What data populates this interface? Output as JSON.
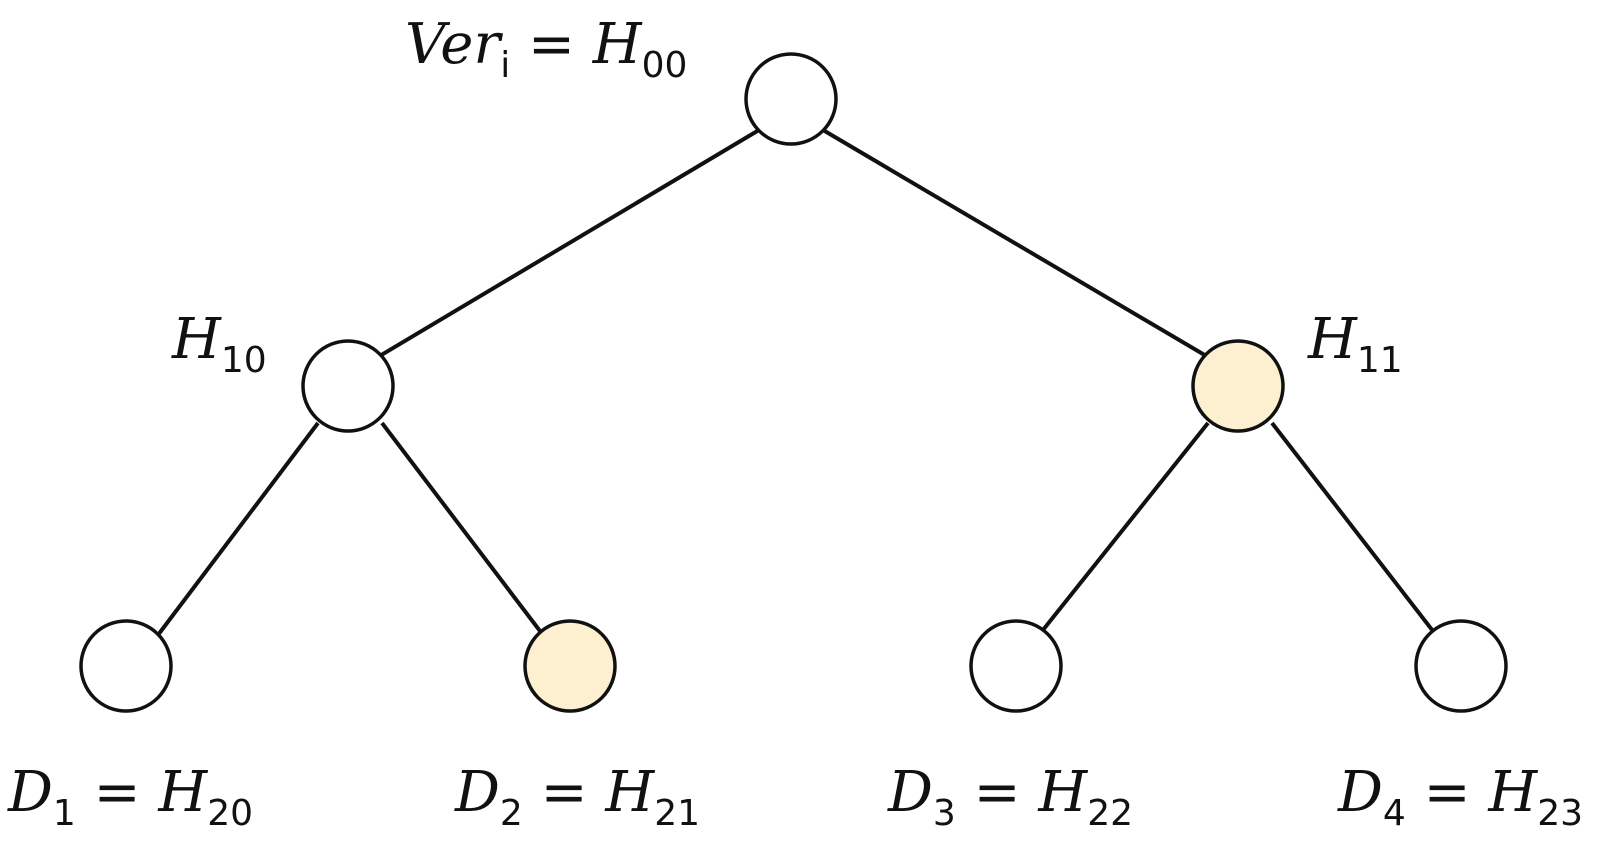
{
  "colors": {
    "line": "#111111",
    "node_default": "#ffffff",
    "node_highlight": "#fdf0d0"
  },
  "nodes": [
    {
      "id": "H00",
      "highlighted": false,
      "label": {
        "prefix": "Ver",
        "prefix_sub": "i",
        "eq": " = ",
        "main": "H",
        "sub": "00"
      }
    },
    {
      "id": "H10",
      "highlighted": false,
      "label": {
        "main": "H",
        "sub": "10"
      }
    },
    {
      "id": "H11",
      "highlighted": true,
      "label": {
        "main": "H",
        "sub": "11"
      }
    },
    {
      "id": "H20",
      "highlighted": false,
      "label": {
        "prefix": "D",
        "prefix_sub": "1",
        "eq": " = ",
        "main": "H",
        "sub": "20"
      }
    },
    {
      "id": "H21",
      "highlighted": true,
      "label": {
        "prefix": "D",
        "prefix_sub": "2",
        "eq": " = ",
        "main": "H",
        "sub": "21"
      }
    },
    {
      "id": "H22",
      "highlighted": false,
      "label": {
        "prefix": "D",
        "prefix_sub": "3",
        "eq": " = ",
        "main": "H",
        "sub": "22"
      }
    },
    {
      "id": "H23",
      "highlighted": false,
      "label": {
        "prefix": "D",
        "prefix_sub": "4",
        "eq": " = ",
        "main": "H",
        "sub": "23"
      }
    }
  ],
  "edges": [
    {
      "from": "H00",
      "to": "H10"
    },
    {
      "from": "H00",
      "to": "H11"
    },
    {
      "from": "H10",
      "to": "H20"
    },
    {
      "from": "H10",
      "to": "H21"
    },
    {
      "from": "H11",
      "to": "H22"
    },
    {
      "from": "H11",
      "to": "H23"
    }
  ]
}
